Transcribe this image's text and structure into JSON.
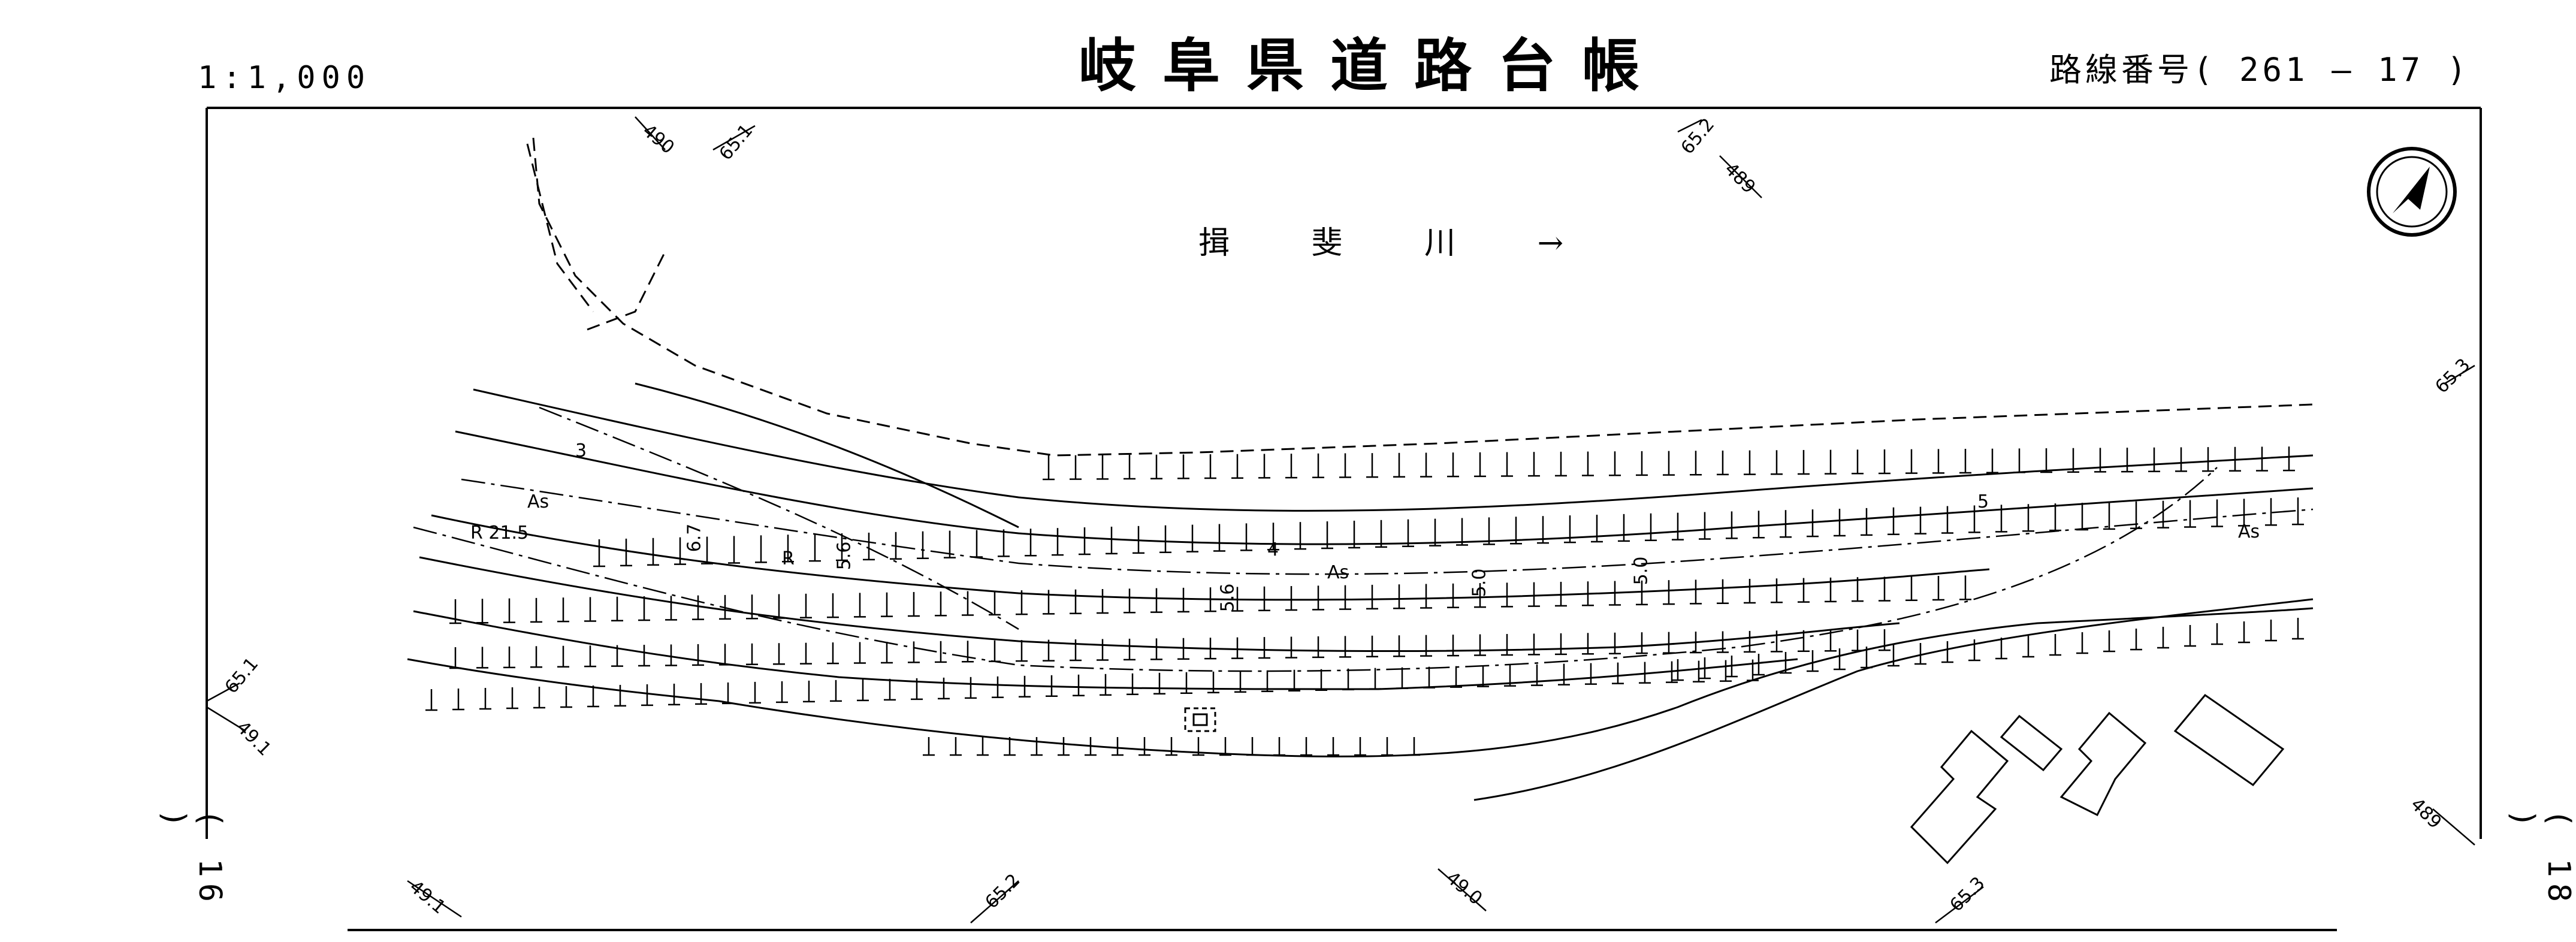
{
  "header": {
    "scale": "1:1,000",
    "title": "岐阜県道路台帳",
    "route_number": "路線番号( 261 — 17 )"
  },
  "map": {
    "river_label": "揖 斐 川 →",
    "adjacent_sheet_left": "( 16 )",
    "adjacent_sheet_right": "( 18 )",
    "road_labels": [
      "As",
      "As",
      "As",
      "R 21.5",
      "R",
      "3",
      "4",
      "5"
    ],
    "width_labels": [
      "6.7",
      "5.6",
      "5.6",
      "5.0",
      "5.0"
    ],
    "grid_labels": [
      "490",
      "65.1",
      "65.2",
      "489",
      "65.3",
      "65.1",
      "49.1",
      "489",
      "49.1",
      "65.2",
      "49.0",
      "65.3"
    ],
    "north_arrow": "north-arrow-icon",
    "line_color": "#000000",
    "background_color": "#ffffff"
  }
}
